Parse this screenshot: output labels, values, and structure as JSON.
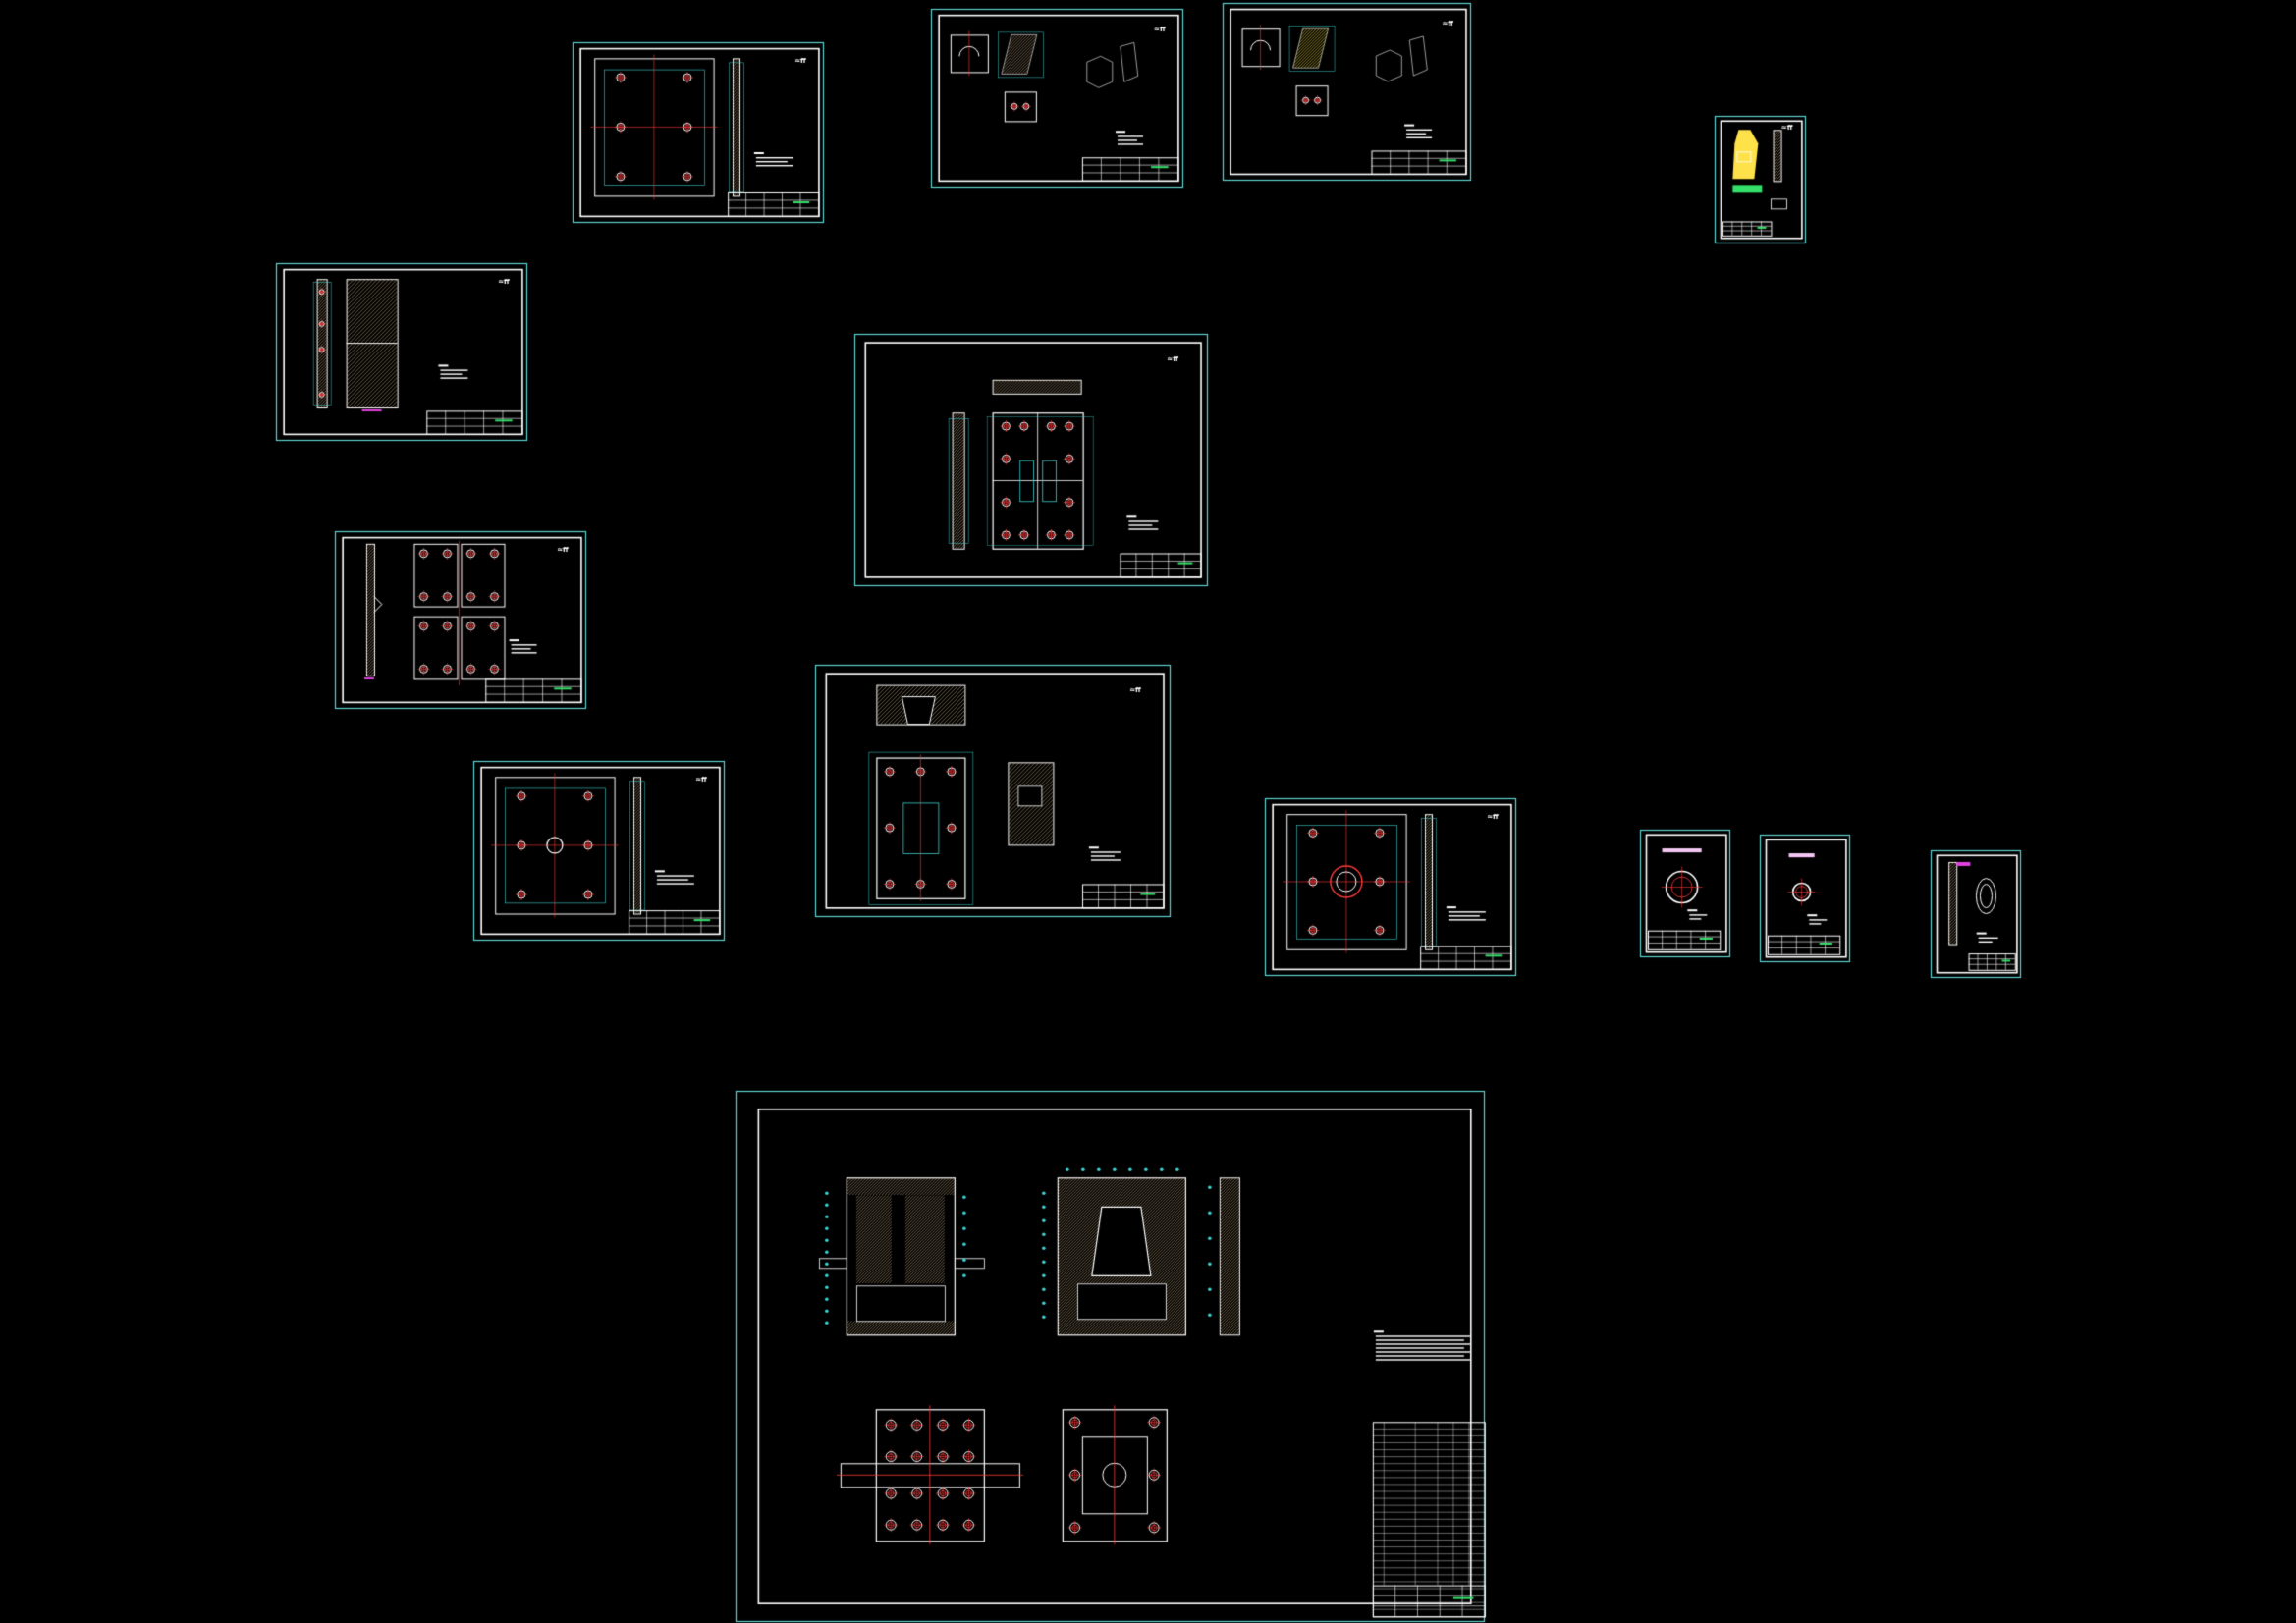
{
  "view": {
    "background": "#000000",
    "colors": {
      "sheet_border": "#5fd3d3",
      "inner_frame": "#ffffff",
      "geometry": "#ffffff",
      "centerline": "#ff3b3b",
      "dimension": "#3fd0d0",
      "hatch": "#b8a07a",
      "highlight": "#ffe24a",
      "green": "#35e06a",
      "magenta": "#e040e0"
    }
  },
  "sheets": [
    {
      "id": "sheet-top-plate",
      "kind": "plate-4holes"
    },
    {
      "id": "sheet-slider-top",
      "kind": "parts-iso"
    },
    {
      "id": "sheet-slider-hatched",
      "kind": "parts-iso-hatched"
    },
    {
      "id": "sheet-small-yellow",
      "kind": "small-yellow"
    },
    {
      "id": "sheet-long-insert",
      "kind": "long-insert"
    },
    {
      "id": "sheet-cavity-assembly",
      "kind": "cavity-grid"
    },
    {
      "id": "sheet-split-insert",
      "kind": "split-insert"
    },
    {
      "id": "sheet-core-plate",
      "kind": "plate-center"
    },
    {
      "id": "sheet-cavity-section",
      "kind": "cavity-section"
    },
    {
      "id": "sheet-bush-plate",
      "kind": "plate-ring"
    },
    {
      "id": "sheet-ring-part",
      "kind": "ring-part"
    },
    {
      "id": "sheet-ring-part-2",
      "kind": "ring-part-small"
    },
    {
      "id": "sheet-profile-part",
      "kind": "profile-part"
    },
    {
      "id": "sheet-main-assembly",
      "kind": "assembly"
    }
  ]
}
